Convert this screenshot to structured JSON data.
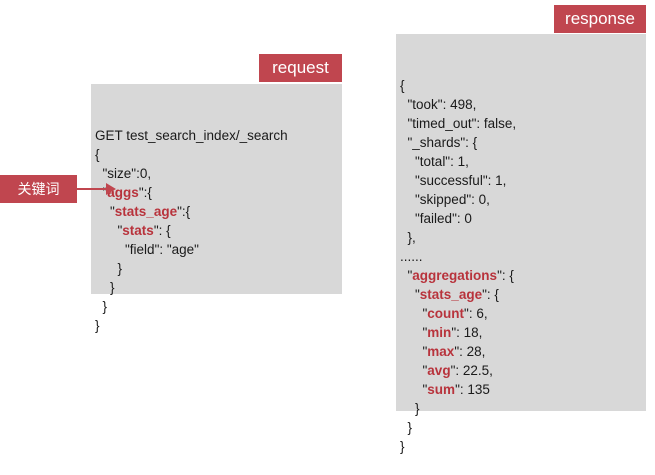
{
  "request": {
    "label": "request",
    "lines": [
      [
        {
          "t": "GET test_search_index/_search"
        }
      ],
      [
        {
          "t": "{"
        }
      ],
      [
        {
          "t": "  \"size\":0,"
        }
      ],
      [
        {
          "t": "  \""
        },
        {
          "t": "aggs",
          "kw": true
        },
        {
          "t": "\":{"
        }
      ],
      [
        {
          "t": "    \""
        },
        {
          "t": "stats_age",
          "kw": true
        },
        {
          "t": "\":{"
        }
      ],
      [
        {
          "t": "      \""
        },
        {
          "t": "stats",
          "kw": true
        },
        {
          "t": "\": {"
        }
      ],
      [
        {
          "t": "        \"field\": \"age\""
        }
      ],
      [
        {
          "t": "      }"
        }
      ],
      [
        {
          "t": "    }"
        }
      ],
      [
        {
          "t": "  }"
        }
      ],
      [
        {
          "t": "}"
        }
      ]
    ]
  },
  "keyword": {
    "label": "关键词",
    "accent_color": "#c0464f"
  },
  "response": {
    "label": "response",
    "lines": [
      [
        {
          "t": "{"
        }
      ],
      [
        {
          "t": "  \"took\": 498,"
        }
      ],
      [
        {
          "t": "  \"timed_out\": false,"
        }
      ],
      [
        {
          "t": "  \"_shards\": {"
        }
      ],
      [
        {
          "t": "    \"total\": 1,"
        }
      ],
      [
        {
          "t": "    \"successful\": 1,"
        }
      ],
      [
        {
          "t": "    \"skipped\": 0,"
        }
      ],
      [
        {
          "t": "    \"failed\": 0"
        }
      ],
      [
        {
          "t": "  },"
        }
      ],
      [
        {
          "t": "......"
        }
      ],
      [
        {
          "t": "  \""
        },
        {
          "t": "aggregations",
          "kw": true
        },
        {
          "t": "\": {"
        }
      ],
      [
        {
          "t": "    \""
        },
        {
          "t": "stats_age",
          "kw": true
        },
        {
          "t": "\": {"
        }
      ],
      [
        {
          "t": "      \""
        },
        {
          "t": "count",
          "kw": true
        },
        {
          "t": "\": 6,"
        }
      ],
      [
        {
          "t": "      \""
        },
        {
          "t": "min",
          "kw": true
        },
        {
          "t": "\": 18,"
        }
      ],
      [
        {
          "t": "      \""
        },
        {
          "t": "max",
          "kw": true
        },
        {
          "t": "\": 28,"
        }
      ],
      [
        {
          "t": "      \""
        },
        {
          "t": "avg",
          "kw": true
        },
        {
          "t": "\": 22.5,"
        }
      ],
      [
        {
          "t": "      \""
        },
        {
          "t": "sum",
          "kw": true
        },
        {
          "t": "\": 135"
        }
      ],
      [
        {
          "t": "    }"
        }
      ],
      [
        {
          "t": "  }"
        }
      ],
      [
        {
          "t": "}"
        }
      ]
    ]
  }
}
